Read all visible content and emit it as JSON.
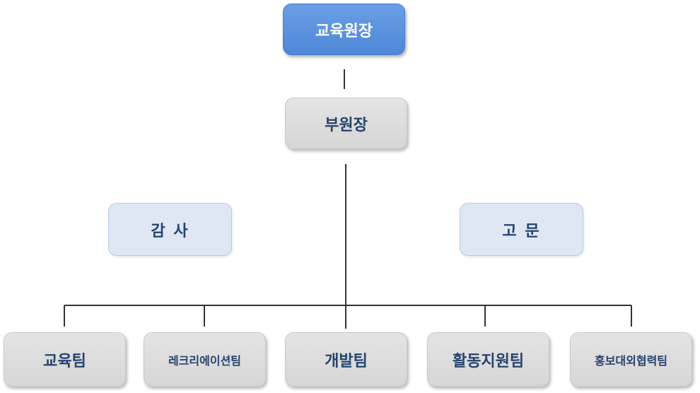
{
  "org": {
    "head": "교육원장",
    "deputy": "부원장",
    "audit": "감 사",
    "advisor": "고 문",
    "teams": [
      "교육팀",
      "레크리에이션팀",
      "개발팀",
      "활동지원팀",
      "홍보대외협력팀"
    ]
  },
  "colors": {
    "head_fill": "#5b94dd",
    "grey_fill": "#dcdcdc",
    "light_fill": "#dfe7f4",
    "text": "#27436e",
    "line": "#333333"
  }
}
